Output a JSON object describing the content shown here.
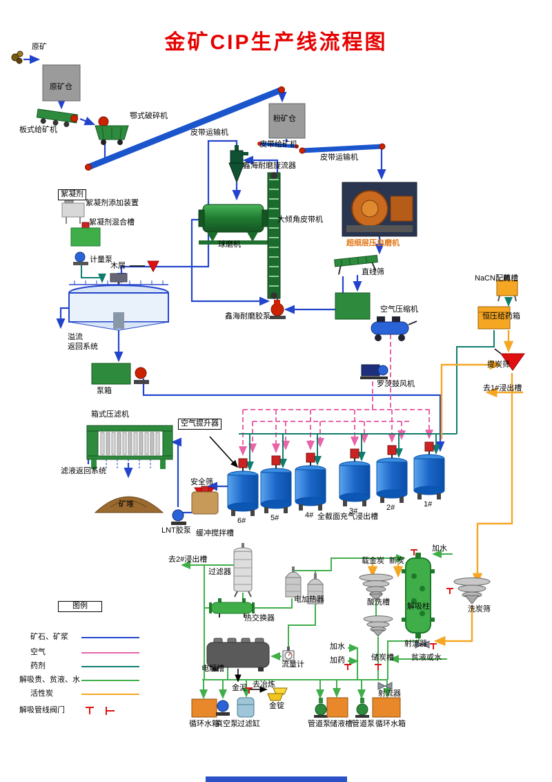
{
  "title": "金矿CIP生产线流程图",
  "nodes": {
    "raw_ore": "原矿",
    "raw_ore_bin": "原矿仓",
    "plate_feeder": "板式给矿机",
    "jaw_crusher": "鄂式破碎机",
    "belt_conveyor_1": "皮带运输机",
    "fine_ore_bin": "粉矿仓",
    "belt_feeder": "皮带给矿机",
    "belt_conveyor_2": "皮带运输机",
    "cyclone": "鑫海耐磨旋流器",
    "flocculant": "絮凝剂",
    "flocculant_adder": "絮凝剂添加装置",
    "flocculant_mixer": "絮凝剂混合槽",
    "metering_pump": "计量泵",
    "ball_mill": "球磨机",
    "incline_belt": "大倾角皮带机",
    "autogenous_mill": "超细层压自磨机",
    "linear_screen": "直线筛",
    "wood_chips": "木屑",
    "slurry_pump": "鑫海耐磨胶泵",
    "overflow_return": "溢流\n返回系统",
    "pump_box": "泵箱",
    "air_compressor": "空气压缩机",
    "nacn_tank": "NaCN配药槽",
    "dosing_box": "恒压给药箱",
    "roots_blower": "罗茨鼓风机",
    "carbon_screen": "提炭筛",
    "to_tank1": "去1#浸出槽",
    "filter_press": "箱式压滤机",
    "filtrate_return": "滤液返回系统",
    "ore_pile": "矿堆",
    "air_lifter": "空气提升器",
    "safety_screen": "安全筛",
    "lnt_pump": "LNT胶泵",
    "buffer_tank": "缓冲搅拌槽",
    "tank_labels": [
      "6#",
      "5#",
      "4#",
      "3#",
      "2#",
      "1#"
    ],
    "full_section_tank": "全截面充气浸出槽",
    "to_tank2": "去2#浸出槽",
    "filter": "过滤器",
    "electric_heater": "电加热器",
    "heat_exchanger": "热交换器",
    "electrolysis_cell": "电解槽",
    "flow_meter": "流量计",
    "gold_mud": "金泥",
    "to_smelting": "去冶炼",
    "gold_ingot": "金锭",
    "loaded_carbon": "载金炭",
    "new_carbon": "新炭",
    "add_water_top": "加水",
    "acid_wash_tank": "酸洗槽",
    "desorption_column": "解吸柱",
    "jet_1": "射流器",
    "lean_or_water": "贫液或水",
    "carbon_storage": "储炭槽",
    "carbon_wash_screen": "洗炭筛",
    "add_water": "加水",
    "add_reagent": "加药",
    "jet_2": "射流器",
    "circ_tank_1": "循环水箱",
    "vacuum_pump": "真空泵",
    "filter_cylinder": "过滤缸",
    "pipe_pump_1": "管道泵",
    "liquid_tank": "储液槽",
    "pipe_pump_2": "管道泵",
    "circ_tank_2": "循环水箱"
  },
  "legend": {
    "title": "图例",
    "items": [
      {
        "label": "矿石、矿浆",
        "color": "#2244cc"
      },
      {
        "label": "空气",
        "color": "#e863a8"
      },
      {
        "label": "药剂",
        "color": "#0e7d6e"
      },
      {
        "label": "解吸贵、贫液、水",
        "color": "#3fae49"
      },
      {
        "label": "活性炭",
        "color": "#f5a623"
      },
      {
        "label": "解吸管线阀门",
        "color": "#dd1111"
      }
    ]
  }
}
